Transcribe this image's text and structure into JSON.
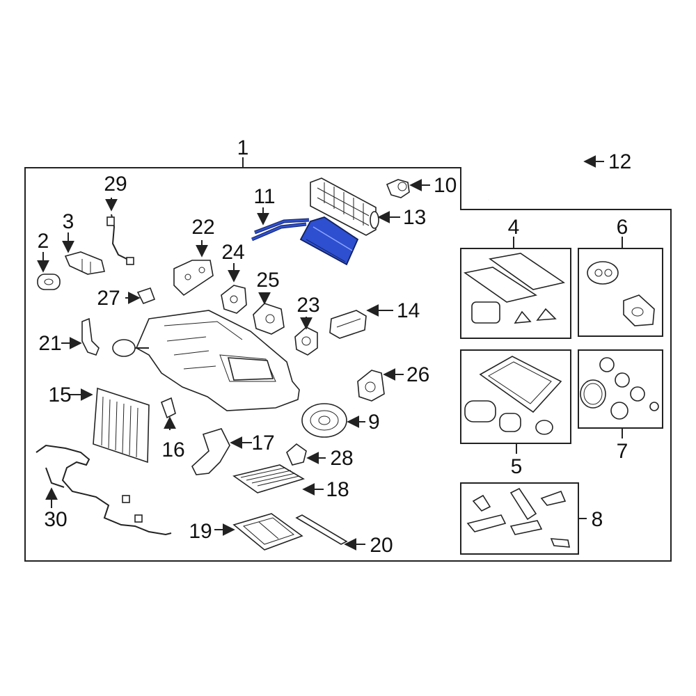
{
  "callouts": {
    "c1": "1",
    "c2": "2",
    "c3": "3",
    "c4": "4",
    "c5": "5",
    "c6": "6",
    "c7": "7",
    "c8": "8",
    "c9": "9",
    "c10": "10",
    "c11": "11",
    "c12": "12",
    "c13": "13",
    "c14": "14",
    "c15": "15",
    "c16": "16",
    "c17": "17",
    "c18": "18",
    "c19": "19",
    "c20": "20",
    "c21": "21",
    "c22": "22",
    "c23": "23",
    "c24": "24",
    "c25": "25",
    "c26": "26",
    "c27": "27",
    "c28": "28",
    "c29": "29",
    "c30": "30"
  },
  "colors": {
    "highlight": "#2d4fd0",
    "line": "#222222",
    "background": "#ffffff"
  }
}
